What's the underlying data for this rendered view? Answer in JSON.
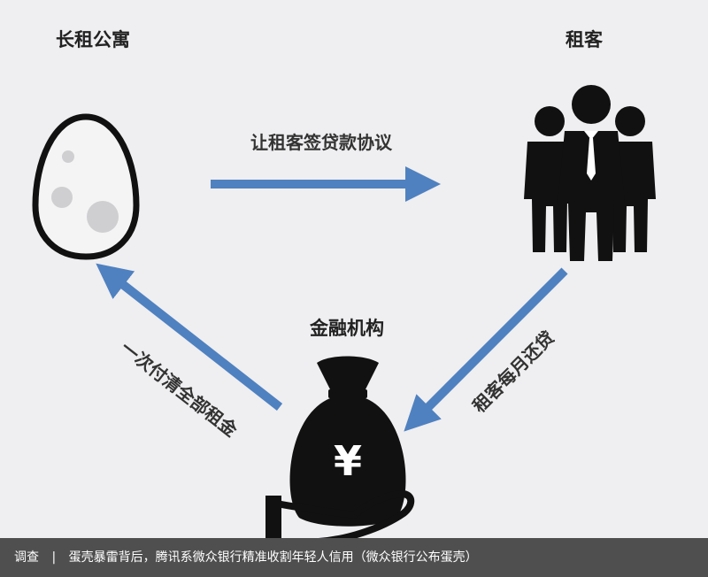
{
  "nodes": {
    "landlord": {
      "label": "长租公寓"
    },
    "tenants": {
      "label": "租客"
    },
    "bank": {
      "label": "金融机构"
    }
  },
  "edges": {
    "sign_loan": {
      "label": "让租客签贷款协议"
    },
    "repay_monthly": {
      "label": "租客每月还贷"
    },
    "pay_full_rent": {
      "label": "一次付清全部租金"
    }
  },
  "caption": {
    "tag": "调查",
    "separator": "|",
    "title": "蛋壳暴雷背后，腾讯系微众银行精准收割年轻人信用（微众银行公布蛋壳）"
  },
  "colors": {
    "arrow": "#4f81c0",
    "background": "#efeef0",
    "icon": "#111111",
    "caption_bar": "#4f4f4f"
  },
  "icons": {
    "landlord": "egg-icon",
    "tenants": "people-group-icon",
    "bank": "money-bag-hand-icon"
  }
}
